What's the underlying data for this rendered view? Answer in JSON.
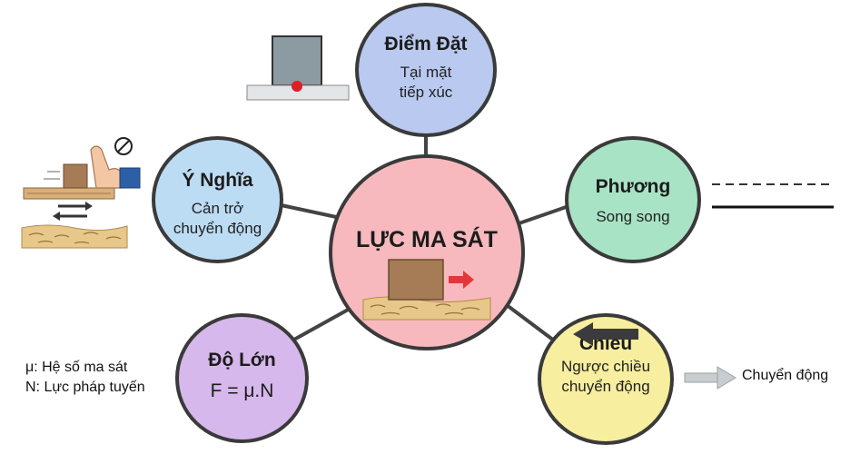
{
  "center": {
    "title": "LỰC MA SÁT"
  },
  "nodes": {
    "diem_dat": {
      "title": "Điểm Đặt",
      "lines": [
        "Tại mặt",
        "tiếp xúc"
      ]
    },
    "phuong": {
      "title": "Phương",
      "lines": [
        "Song song"
      ]
    },
    "chieu": {
      "title": "Chiều",
      "lines": [
        "Ngược chiều",
        "chuyển động"
      ]
    },
    "do_lon": {
      "title": "Độ Lớn",
      "formula": "F = μ.N"
    },
    "y_nghia": {
      "title": "Ý Nghĩa",
      "lines": [
        "Cản trở",
        "chuyển động"
      ]
    }
  },
  "legend": {
    "mu": "μ: Hệ số ma sát",
    "n": "N: Lực pháp tuyến"
  },
  "motion_label": "Chuyển động",
  "colors": {
    "center": "#f7b9bd",
    "diem_dat": "#b9c9ef",
    "phuong": "#a9e3c5",
    "chieu": "#f7ee9f",
    "do_lon": "#d6b8ec",
    "y_nghia": "#bcdcf4",
    "block": "#a57c55",
    "sand": "#e7c88a",
    "force_arrow": "#e0393b"
  }
}
